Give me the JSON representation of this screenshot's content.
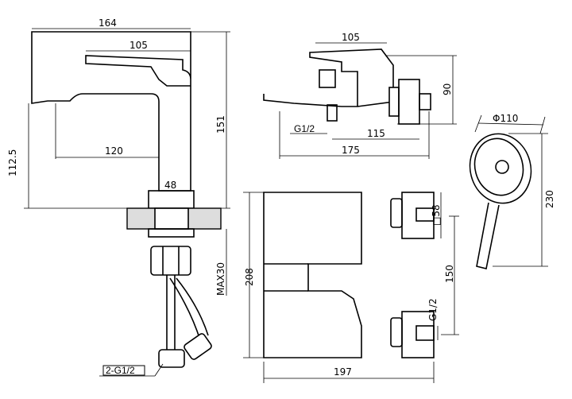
{
  "drawing": {
    "basin_mixer": {
      "dim_total_length": "164",
      "dim_handle_length": "105",
      "dim_spout_height": "112.5",
      "dim_spout_reach": "120",
      "dim_total_height": "151",
      "dim_base_width": "48",
      "dim_max_thickness": "MAX30",
      "connection_label": "2-G1/2"
    },
    "bath_mixer_side": {
      "dim_handle_length": "105",
      "dim_height": "90",
      "connection_label": "G1/2",
      "dim_spout_depth": "115",
      "dim_total_depth": "175"
    },
    "hand_shower": {
      "dim_head_diameter": "Φ110",
      "dim_length": "230"
    },
    "bath_mixer_front": {
      "dim_height": "208",
      "dim_flange": "□58",
      "dim_centers": "150",
      "connection_label": "G1/2",
      "dim_width": "197"
    }
  }
}
